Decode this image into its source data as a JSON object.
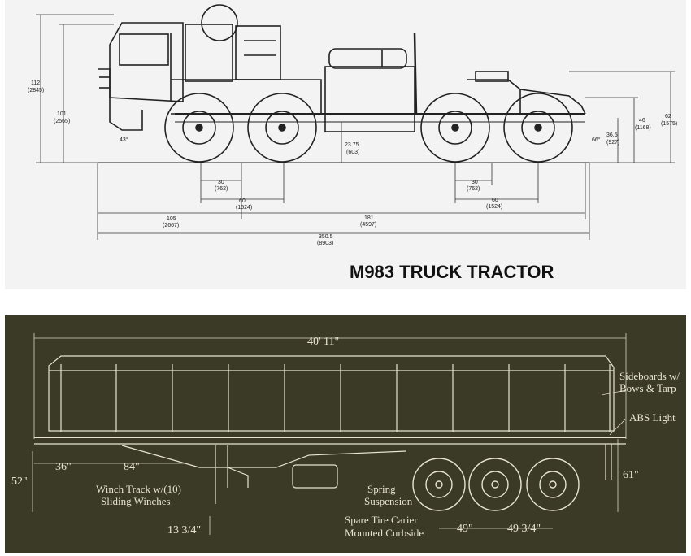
{
  "truck_tractor": {
    "title": "M983 TRUCK TRACTOR",
    "dims": {
      "h112": "112",
      "h112_mm": "(2845)",
      "h101": "101",
      "h101_mm": "(2565)",
      "a43": "43°",
      "g2375": "23.75",
      "g2375_mm": "(603)",
      "w30a": "30",
      "w30a_mm": "(762)",
      "w60a": "60",
      "w60a_mm": "(1524)",
      "w105": "105",
      "w105_mm": "(2667)",
      "w181": "181",
      "w181_mm": "(4597)",
      "w3505": "350.5",
      "w3505_mm": "(8903)",
      "w30b": "30",
      "w30b_mm": "(762)",
      "w60b": "60",
      "w60b_mm": "(1524)",
      "h46": "46",
      "h46_mm": "(1168)",
      "h365": "36.5",
      "h365_mm": "(927)",
      "h62": "62",
      "h62_mm": "(1575)",
      "a66": "66°"
    }
  },
  "trailer": {
    "length": "40' 11\"",
    "sideboards": [
      "Sideboards w/",
      "Bows & Tarp"
    ],
    "abs_light": "ABS Light",
    "d36": "36\"",
    "d84": "84\"",
    "d52": "52\"",
    "d61": "61\"",
    "winch": [
      "Winch Track w/(10)",
      "Sliding Winches"
    ],
    "spring": [
      "Spring",
      "Suspension"
    ],
    "spare": [
      "Spare Tire Carier",
      "Mounted Curbside"
    ],
    "d1334": "13 3/4\"",
    "d49": "49\"",
    "d4934": "49 3/4\""
  }
}
